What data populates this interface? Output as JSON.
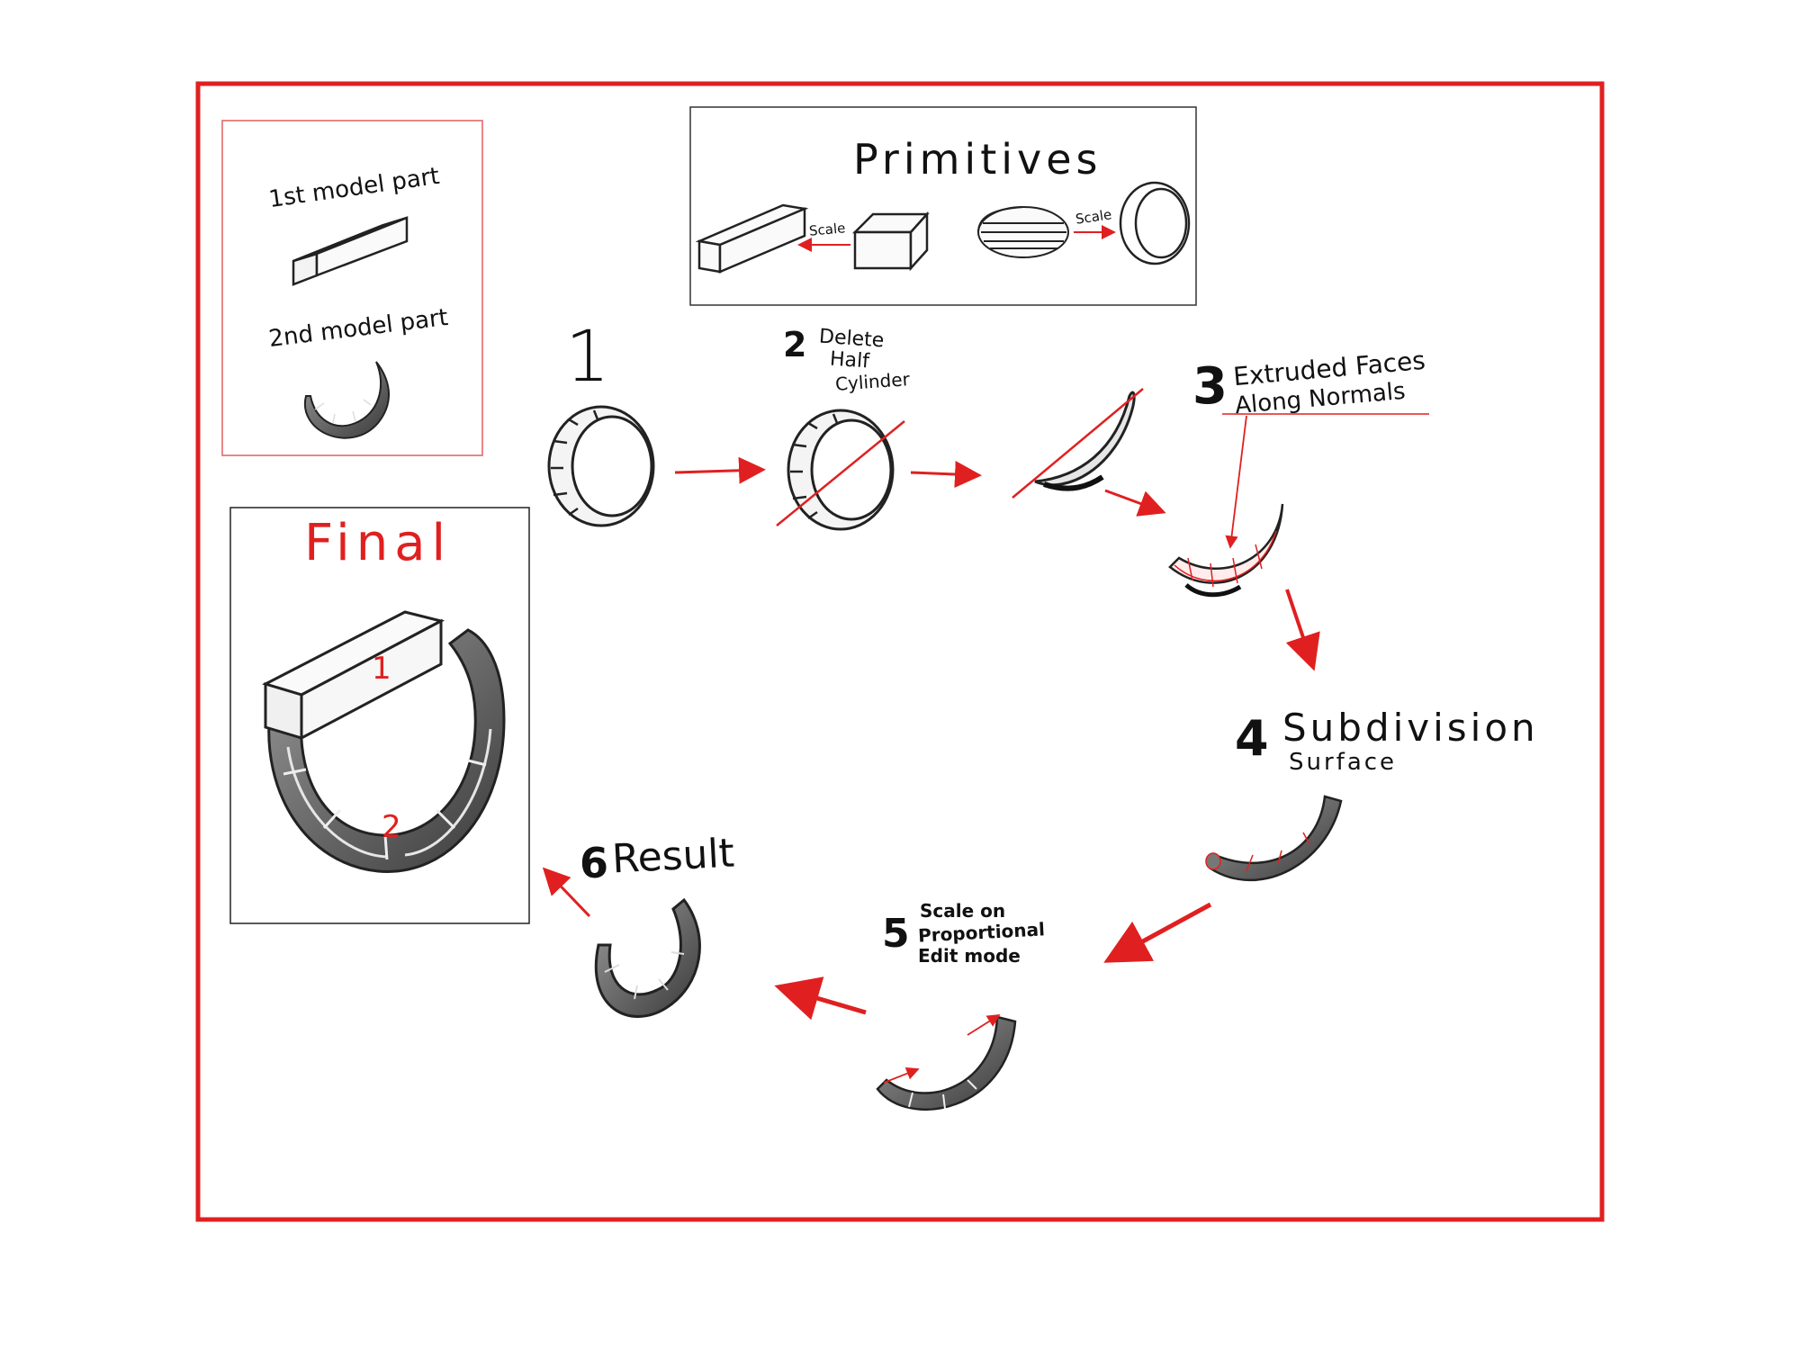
{
  "legend": {
    "first_part": "1st model part",
    "second_part": "2nd model part"
  },
  "primitives": {
    "title": "Primitives",
    "scale_left": "Scale",
    "scale_right": "Scale"
  },
  "final": {
    "title": "Final",
    "part_1": "1",
    "part_2": "2"
  },
  "steps": [
    {
      "num": "1",
      "text": []
    },
    {
      "num": "2",
      "text": [
        "Delete",
        "Half",
        "Cylinder"
      ]
    },
    {
      "num": "3",
      "text": [
        "Extruded Faces",
        "Along Normals"
      ]
    },
    {
      "num": "4",
      "text": [
        "Subdivision",
        "Surface"
      ]
    },
    {
      "num": "5",
      "text": [
        "Scale on",
        "Proportional",
        "Edit mode"
      ]
    },
    {
      "num": "6",
      "text": [
        "Result"
      ]
    }
  ],
  "colors": {
    "frame": "#e02020",
    "ink": "#111111",
    "shade": "#8a8a8a",
    "arrow": "#e02020"
  }
}
